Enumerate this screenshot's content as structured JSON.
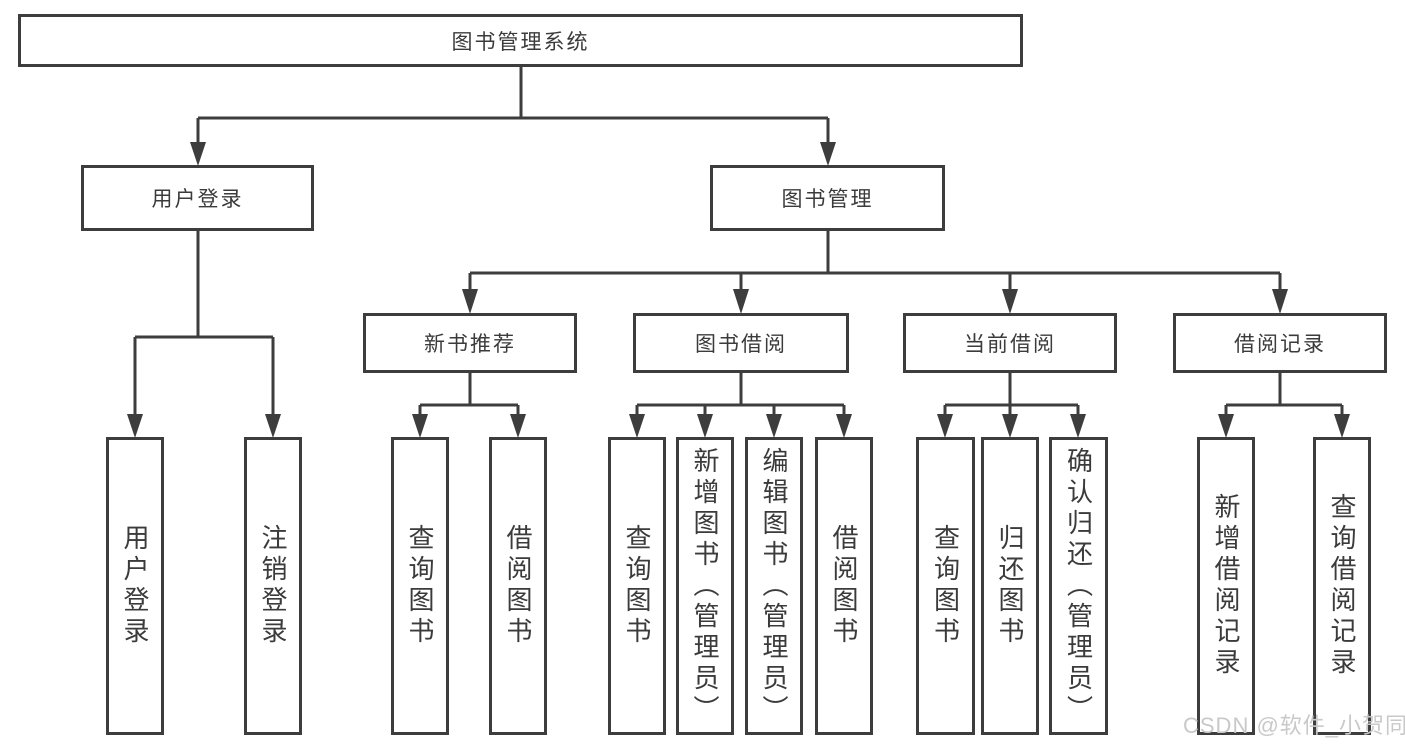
{
  "tree": {
    "label": "图书管理系统",
    "children": [
      {
        "label": "用户登录",
        "children": [
          {
            "label": "用户登录"
          },
          {
            "label": "注销登录"
          }
        ]
      },
      {
        "label": "图书管理",
        "children": [
          {
            "label": "新书推荐",
            "children": [
              {
                "label": "查询图书"
              },
              {
                "label": "借阅图书"
              }
            ]
          },
          {
            "label": "图书借阅",
            "children": [
              {
                "label": "查询图书"
              },
              {
                "label": "新增图书（管理员）"
              },
              {
                "label": "编辑图书（管理员）"
              },
              {
                "label": "借阅图书"
              }
            ]
          },
          {
            "label": "当前借阅",
            "children": [
              {
                "label": "查询图书"
              },
              {
                "label": "归还图书"
              },
              {
                "label": "确认归还（管理员）"
              }
            ]
          },
          {
            "label": "借阅记录",
            "children": [
              {
                "label": "新增借阅记录"
              },
              {
                "label": "查询借阅记录"
              }
            ]
          }
        ]
      }
    ]
  },
  "watermark": {
    "text": "CSDN @软件_小贺同学"
  },
  "colors": {
    "line": "#3d3d3d",
    "box_border": "#3d3d3d",
    "text": "#3b3b3b",
    "background": "#ffffff",
    "watermark": "#c9c9c9"
  }
}
